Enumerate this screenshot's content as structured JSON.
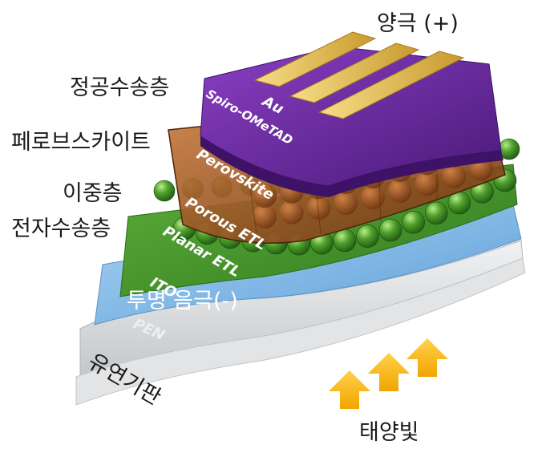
{
  "labels": {
    "anode": "양극 (+)",
    "hole_transport": "정공수송층",
    "perovskite": "페로브스카이트",
    "double_layer": "이중층",
    "electron_transport": "전자수송층",
    "transparent_cathode": "투명 음극(-)",
    "flexible_substrate": "유연기판",
    "sunlight": "태양빛"
  },
  "layer_tags": {
    "au": "Au",
    "spiro": "Spiro-OMeTAD",
    "perovskite": "Perovskite",
    "porous_etl": "Porous ETL",
    "planar_etl": "Planar ETL",
    "ito": "ITO",
    "pen": "PEN"
  },
  "colors": {
    "gold": "#e9c25a",
    "spiro_purple": "#6a2a9a",
    "perovskite_brown": "#9a4f1e",
    "porous_green": "#4e9a2c",
    "planar_green": "#3f8a2a",
    "ito_blue": "#8fc1ea",
    "pen_gray": "#dadcde",
    "arrow_yellow": "#f6b80a"
  }
}
